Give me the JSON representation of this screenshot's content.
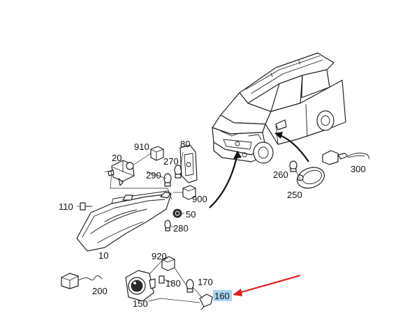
{
  "diagram": {
    "callouts": {
      "c10": "10",
      "c20": "20",
      "c50": "50",
      "c80": "80",
      "c110": "110",
      "c150": "150",
      "c160": "160",
      "c170": "170",
      "c180": "180",
      "c200": "200",
      "c250": "250",
      "c260": "260",
      "c270": "270",
      "c280": "280",
      "c290": "290",
      "c300": "300",
      "c900": "900",
      "c910": "910",
      "c920": "920"
    },
    "highlight_color": "#a8d4f0",
    "pointer_arrow_color": "#e0201e"
  }
}
